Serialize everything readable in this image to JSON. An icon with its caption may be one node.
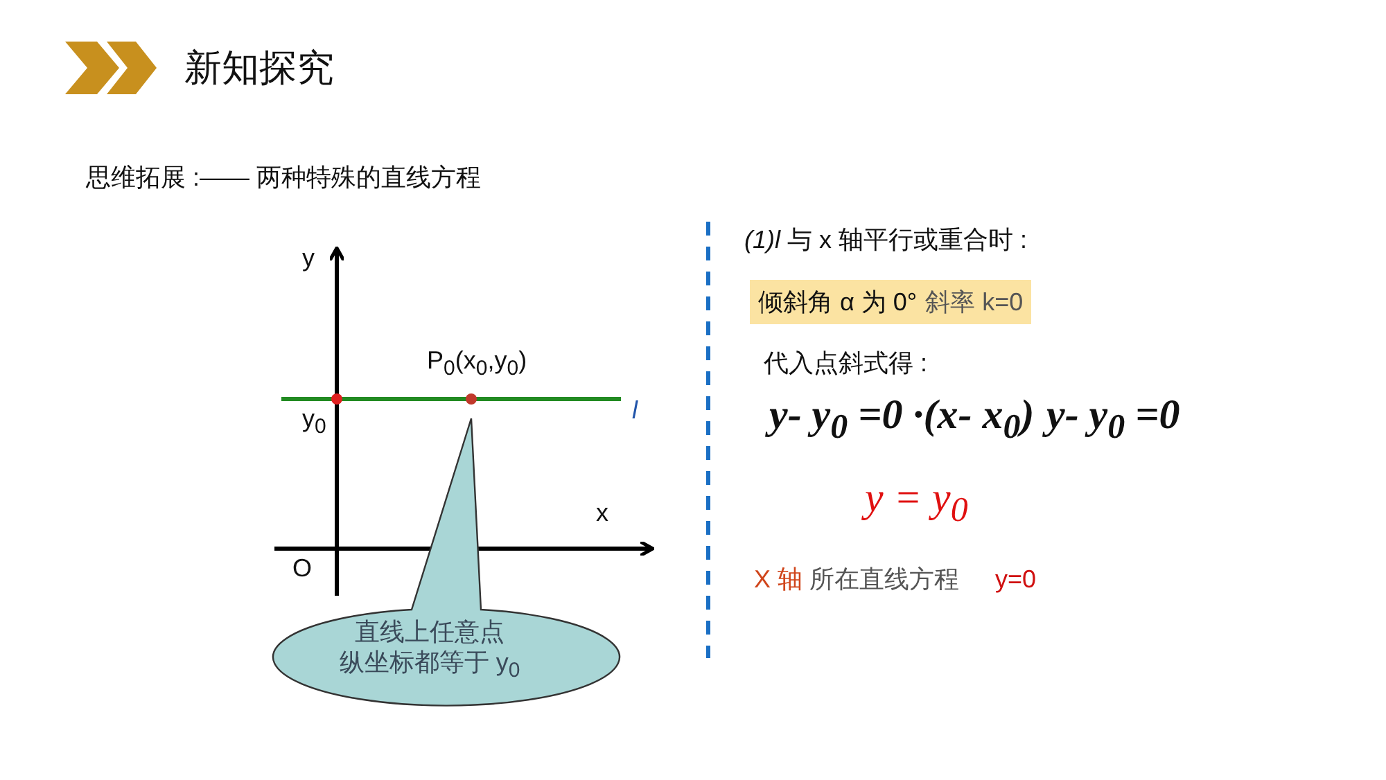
{
  "diagram": {
    "title": "新知探究",
    "nodes": [
      {
        "text": [
          "直线上任意点纵坐标都等于 y$_{0}$"
        ]
      },
      {
        "text": [
          "倾斜角 α 为 0°",
          "斜率 k=0"
        ]
      }
    ],
    "edges": [],
    "labels": [
      "思维拓展 :—— 两种特殊的直线方程",
      "y",
      "P$_{0}$(x$_{0}$,y$_{0}$)",
      "y$_{0}$",
      "l",
      "x",
      "O",
      "*(1)l* 与 x 轴平行或重合时 :",
      "代入点斜式得 :",
      "y- y$_{0}$ =0 ·(x- x$_{0}$)",
      "y- y$_{0}$ =0",
      "y = y$_{0}$",
      "X 轴",
      "所在直线方程",
      "y=0"
    ]
  }
}
